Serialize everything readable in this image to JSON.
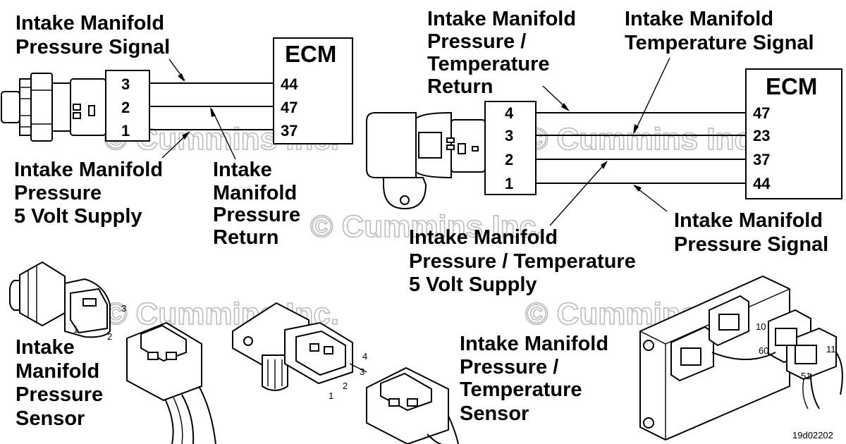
{
  "watermark": "© Cummins Inc.",
  "figure_id": "19d02202",
  "left_schematic": {
    "ecm_label": "ECM",
    "connector_pins": [
      "3",
      "2",
      "1"
    ],
    "ecm_pins": [
      "44",
      "47",
      "37"
    ],
    "labels": {
      "signal": [
        "Intake Manifold",
        "Pressure Signal"
      ],
      "supply": [
        "Intake Manifold",
        "Pressure",
        "5 Volt Supply"
      ],
      "return": [
        "Intake",
        "Manifold",
        "Pressure",
        "Return"
      ]
    }
  },
  "right_schematic": {
    "ecm_label": "ECM",
    "connector_pins": [
      "4",
      "3",
      "2",
      "1"
    ],
    "ecm_pins": [
      "47",
      "23",
      "37",
      "44"
    ],
    "labels": {
      "return": [
        "Intake Manifold",
        "Pressure /",
        "Temperature",
        "Return"
      ],
      "temp_signal": [
        "Intake Manifold",
        "Temperature Signal"
      ],
      "pressure_signal": [
        "Intake Manifold",
        "Pressure Signal"
      ],
      "supply": [
        "Intake Manifold",
        "Pressure / Temperature",
        "5 Volt Supply"
      ]
    }
  },
  "bottom": {
    "pressure_sensor_label": [
      "Intake",
      "Manifold",
      "Pressure",
      "Sensor"
    ],
    "pt_sensor_label": [
      "Intake Manifold",
      "Pressure /",
      "Temperature",
      "Sensor"
    ],
    "pressure_sensor_pins": [
      "1",
      "2",
      "3"
    ],
    "pt_sensor_pins": [
      "1",
      "2",
      "3",
      "4"
    ],
    "ecm_connector_pins": [
      "10",
      "60",
      "11",
      "51"
    ]
  }
}
